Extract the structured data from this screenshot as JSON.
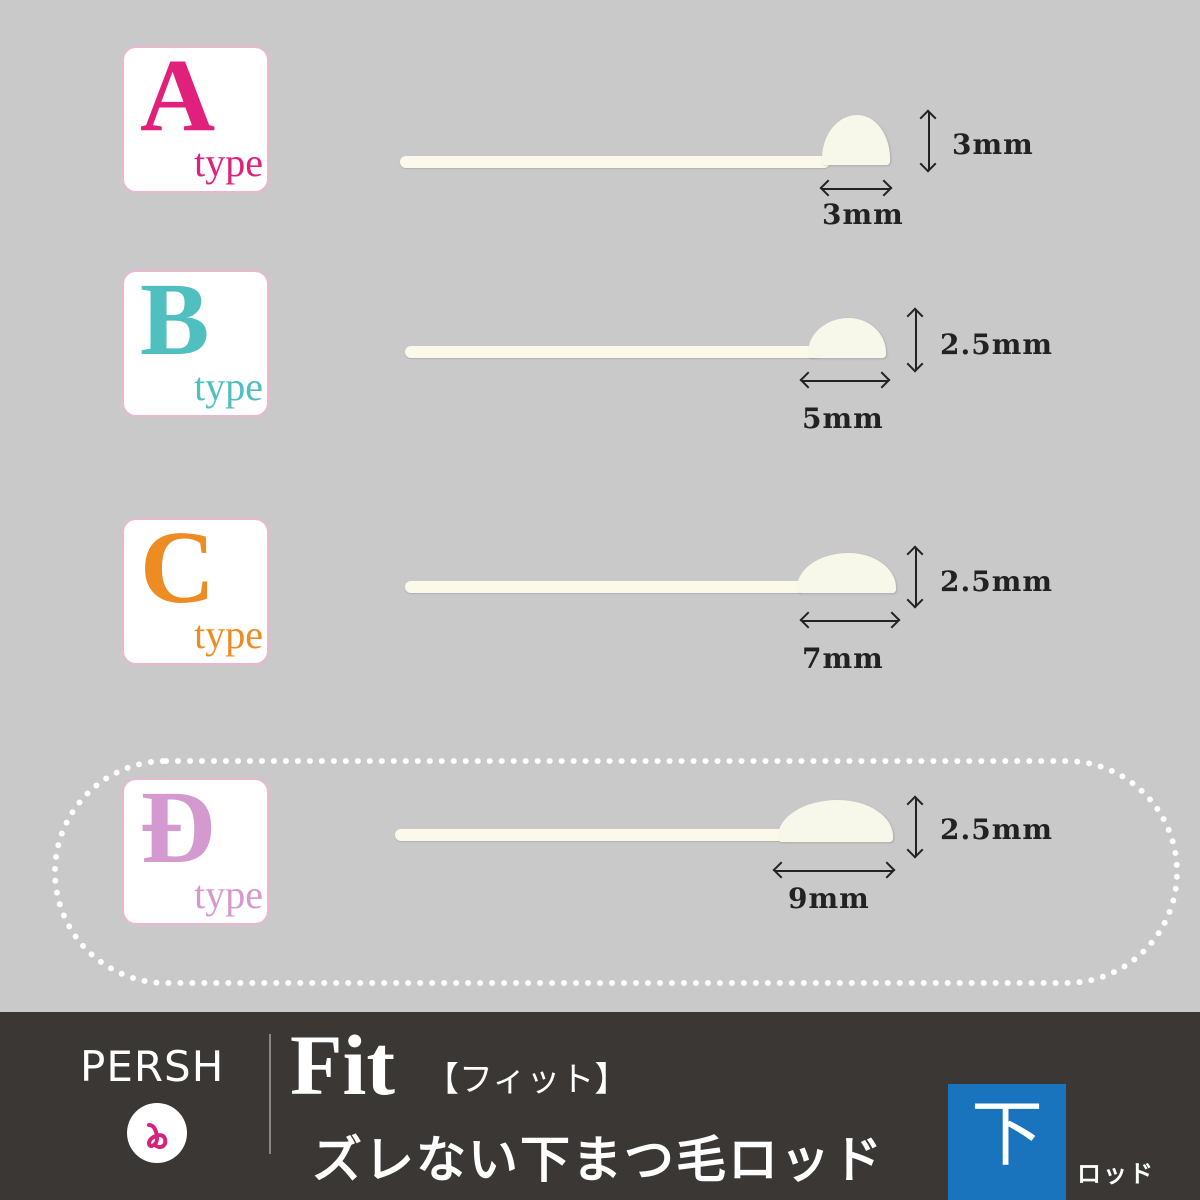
{
  "types": [
    {
      "letter": "A",
      "type": "type",
      "color": "#e0207a",
      "height": "3mm",
      "width": "3mm"
    },
    {
      "letter": "B",
      "type": "type",
      "color": "#4fbfc0",
      "height": "2.5mm",
      "width": "5mm"
    },
    {
      "letter": "C",
      "type": "type",
      "color": "#ec8c22",
      "height": "2.5mm",
      "width": "7mm"
    },
    {
      "letter": "Đ",
      "type": "type",
      "color": "#d49ad0",
      "height": "2.5mm",
      "width": "9mm"
    }
  ],
  "footer": {
    "brand": "PERSH",
    "product": "Fit",
    "product_kana": "【フィット】",
    "tagline": "ズレない下まつ毛ロッド",
    "badge_char": "下",
    "badge_label": "ロッド",
    "badge_color": "#1a74bd"
  }
}
